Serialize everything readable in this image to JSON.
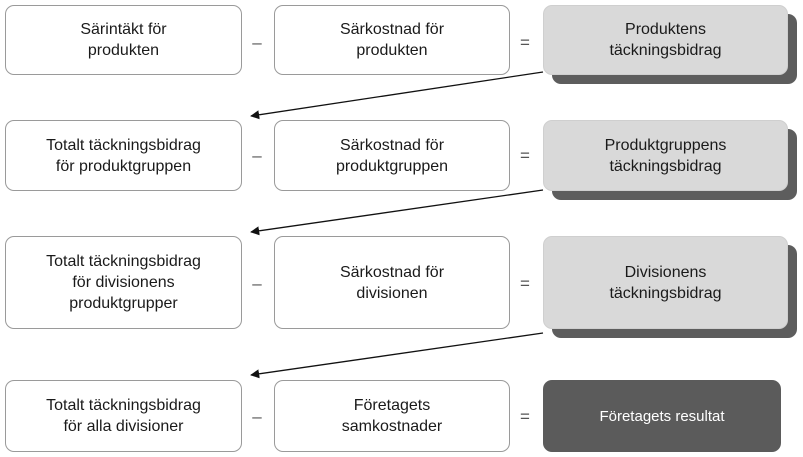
{
  "rows": [
    {
      "left": "Särintäkt för\nprodukten",
      "minus": "–",
      "middle": "Särkostnad för\nprodukten",
      "equals": "=",
      "result": "Produktens\ntäckningsbidrag"
    },
    {
      "left": "Totalt täckningsbidrag\nför produktgruppen",
      "minus": "–",
      "middle": "Särkostnad för\nproduktgruppen",
      "equals": "=",
      "result": "Produktgruppens\ntäckningsbidrag"
    },
    {
      "left": "Totalt täckningsbidrag\nför divisionens\nproduktgrupper",
      "minus": "–",
      "middle": "Särkostnad för\ndivisionen",
      "equals": "=",
      "result": "Divisionens\ntäckningsbidrag"
    },
    {
      "left": "Totalt täckningsbidrag\nför alla divisioner",
      "minus": "–",
      "middle": "Företagets\nsamkostnader",
      "equals": "=",
      "result": "Företagets resultat"
    }
  ],
  "colors": {
    "result_fill": "#d9d9d9",
    "result_shadow": "#5d5d5d",
    "final_fill": "#5b5b5b",
    "border": "#9a9a9a"
  }
}
